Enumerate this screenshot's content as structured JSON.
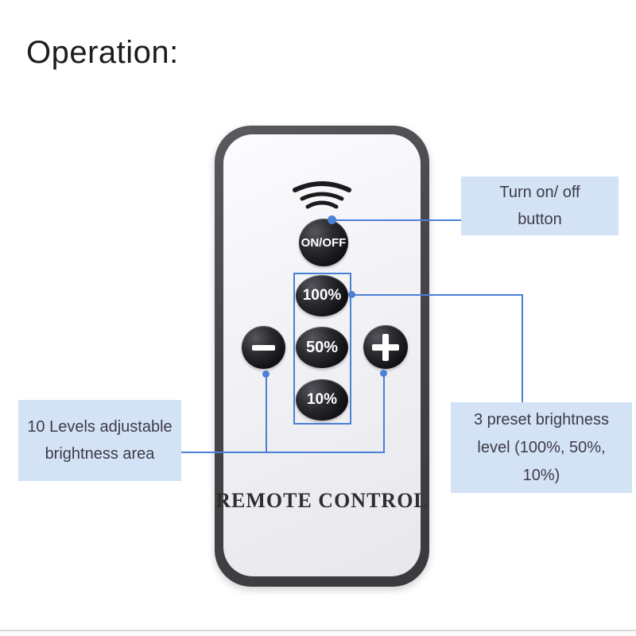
{
  "title": "Operation:",
  "remote": {
    "brand_label": "REMOTE CONTROL",
    "power_button": "ON/OFF",
    "preset_buttons": [
      "100%",
      "50%",
      "10%"
    ],
    "decrease_button": "−",
    "increase_button": "+"
  },
  "callouts": {
    "power": [
      "Turn on/ off",
      "button"
    ],
    "levels": [
      "10 Levels adjustable",
      "brightness area"
    ],
    "presets": [
      "3 preset brightness",
      "level (100%, 50%,",
      "10%)"
    ]
  },
  "colors": {
    "annotation_blue": "#4a80d6",
    "callout_bg": "#d3e2f5",
    "callout_text": "#3c3c46",
    "remote_frame": "#47474b",
    "remote_face": "#f3f3f6",
    "button_black": "#131317",
    "title_color": "#1c1c1c"
  }
}
